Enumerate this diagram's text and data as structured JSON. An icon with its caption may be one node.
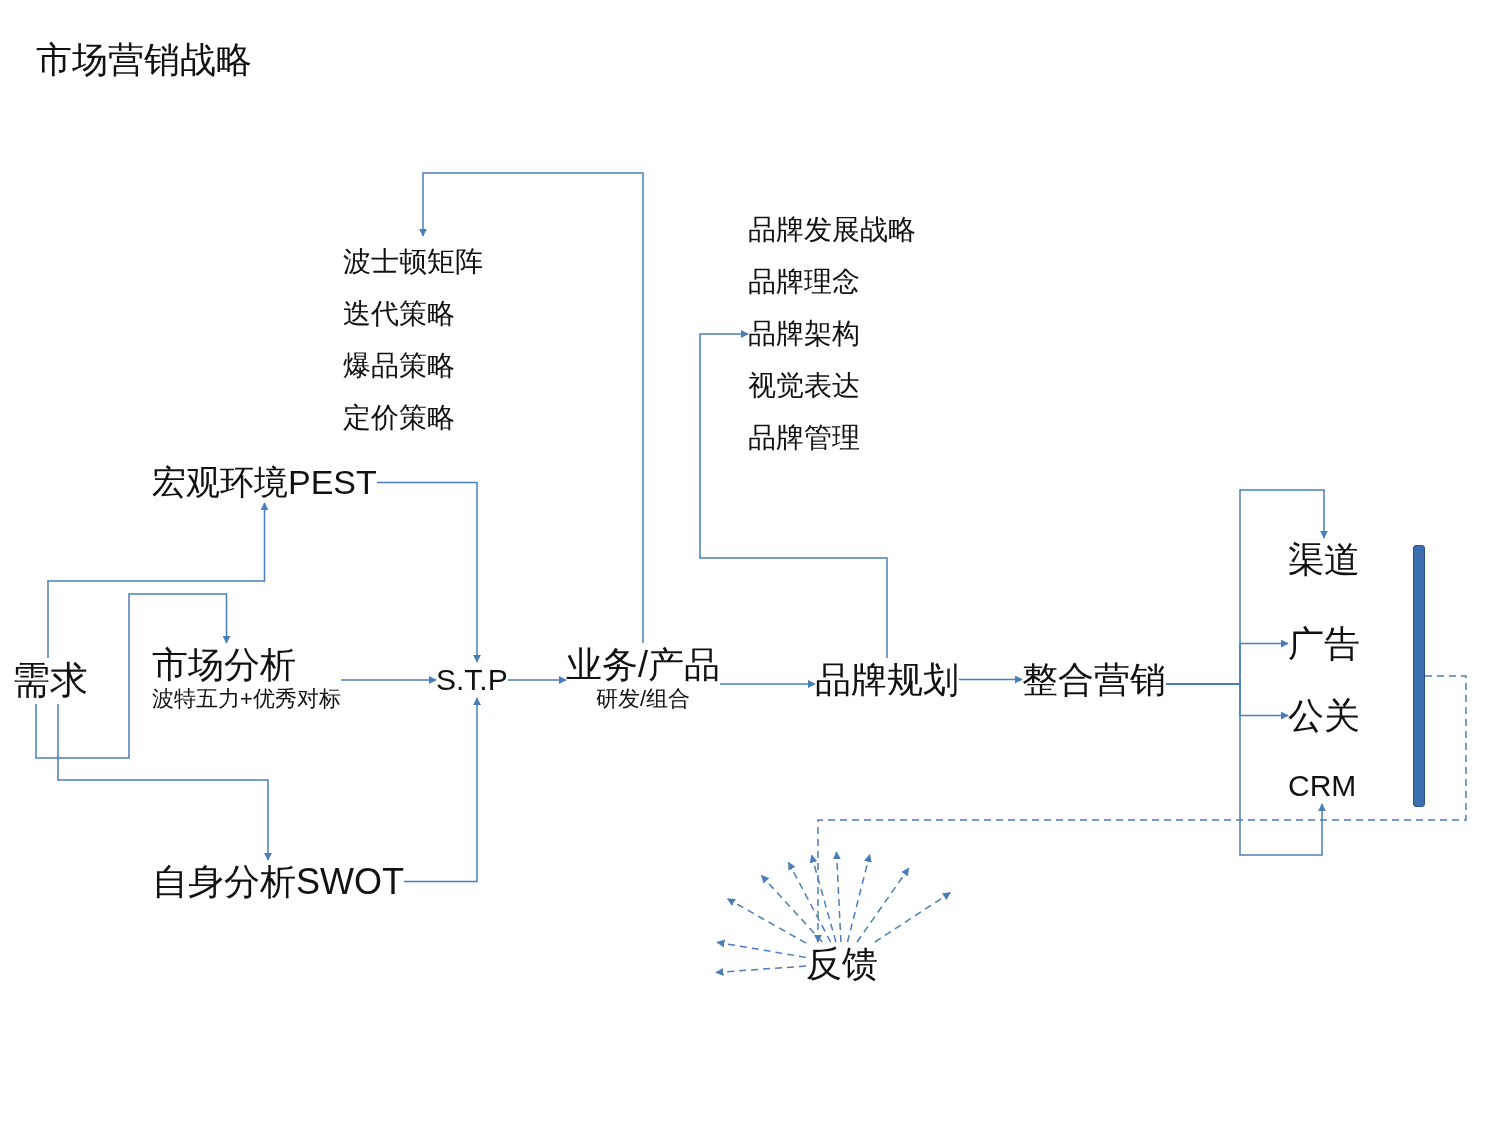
{
  "diagram": {
    "title": "市场营销战略",
    "nodes": [
      {
        "text": [
          "需求"
        ]
      },
      {
        "text": [
          "宏观环境PEST"
        ]
      },
      {
        "text": [
          "市场分析",
          "波特五力+优秀对标"
        ]
      },
      {
        "text": [
          "自身分析SWOT"
        ]
      },
      {
        "text": [
          "S.T.P"
        ]
      },
      {
        "text": [
          "业务/产品",
          "研发/组合"
        ]
      },
      {
        "text": [
          "波士顿矩阵",
          "迭代策略",
          "爆品策略",
          "定价策略"
        ]
      },
      {
        "text": [
          "品牌规划"
        ]
      },
      {
        "text": [
          "品牌发展战略",
          "品牌理念",
          "品牌架构",
          "视觉表达",
          "品牌管理"
        ]
      },
      {
        "text": [
          "整合营销"
        ]
      },
      {
        "text": [
          "渠道"
        ]
      },
      {
        "text": [
          "广告"
        ]
      },
      {
        "text": [
          "公关"
        ]
      },
      {
        "text": [
          "CRM"
        ]
      },
      {
        "text": [],
        "shape": "bar"
      },
      {
        "text": [
          "反馈"
        ]
      }
    ],
    "edges": [
      {
        "from": 0,
        "to": 1,
        "arrow": "to"
      },
      {
        "from": 0,
        "to": 2,
        "arrow": "to"
      },
      {
        "from": 0,
        "to": 3,
        "arrow": "to"
      },
      {
        "from": 1,
        "to": 4,
        "arrow": "to"
      },
      {
        "from": 2,
        "to": 4,
        "arrow": "to"
      },
      {
        "from": 3,
        "to": 4,
        "arrow": "to"
      },
      {
        "from": 4,
        "to": 5,
        "arrow": "to"
      },
      {
        "from": 5,
        "to": 6,
        "arrow": "to"
      },
      {
        "from": 5,
        "to": 7,
        "arrow": "to"
      },
      {
        "from": 7,
        "to": 8,
        "arrow": "to"
      },
      {
        "from": 7,
        "to": 9,
        "arrow": "to"
      },
      {
        "from": 9,
        "to": 10,
        "arrow": "to"
      },
      {
        "from": 9,
        "to": 11,
        "arrow": "to"
      },
      {
        "from": 9,
        "to": 12,
        "arrow": "to"
      },
      {
        "from": 9,
        "to": 13,
        "arrow": "to"
      },
      {
        "from": 14,
        "to": 15,
        "arrow": "to",
        "style": "dashed"
      },
      {
        "from": 15,
        "to": null,
        "arrow": "to",
        "style": "dashed"
      },
      {
        "from": 15,
        "to": null,
        "arrow": "to",
        "style": "dashed"
      },
      {
        "from": 15,
        "to": null,
        "arrow": "to",
        "style": "dashed"
      },
      {
        "from": 15,
        "to": null,
        "arrow": "to",
        "style": "dashed"
      },
      {
        "from": 15,
        "to": null,
        "arrow": "to",
        "style": "dashed"
      },
      {
        "from": 15,
        "to": null,
        "arrow": "to",
        "style": "dashed"
      },
      {
        "from": 15,
        "to": null,
        "arrow": "to",
        "style": "dashed"
      },
      {
        "from": 15,
        "to": null,
        "arrow": "to",
        "style": "dashed"
      },
      {
        "from": 15,
        "to": null,
        "arrow": "to",
        "style": "dashed"
      },
      {
        "from": 15,
        "to": null,
        "arrow": "to",
        "style": "dashed"
      }
    ]
  }
}
